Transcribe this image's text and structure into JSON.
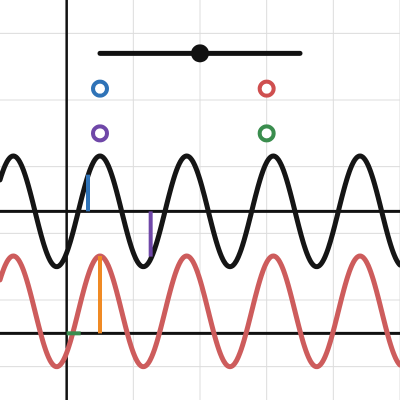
{
  "graph": {
    "x_range": [
      -1,
      5
    ],
    "y_range": [
      -5.5,
      0.5
    ],
    "x_gridlines": [
      0,
      1,
      2,
      3,
      4,
      5
    ],
    "y_gridlines": [
      -5,
      -4,
      -3,
      -2,
      -1,
      0
    ],
    "colors": {
      "grid": "#dcdcdc",
      "axis": "#111111",
      "black_wave": "#151515",
      "red_wave": "#cd5c5c",
      "blue": "#2f73b7",
      "red": "#cf4f4f",
      "purple": "#6f47a8",
      "green": "#3a8d4e",
      "orange": "#f08a24",
      "slider": "#111111"
    }
  },
  "slider": {
    "x_range": [
      0.5,
      3.5
    ],
    "y": -0.3,
    "handle_x": 2
  },
  "points": [
    {
      "name": "blue-open-point",
      "x": 0.5,
      "y": -0.83,
      "color_key": "blue"
    },
    {
      "name": "red-open-point",
      "x": 3.0,
      "y": -0.83,
      "color_key": "red"
    },
    {
      "name": "purple-open-point",
      "x": 0.5,
      "y": -1.5,
      "color_key": "purple"
    },
    {
      "name": "green-open-point",
      "x": 3.0,
      "y": -1.5,
      "color_key": "green"
    }
  ],
  "black_wave": {
    "baseline_y": -2.67,
    "amplitude": 0.83,
    "period": 1.3,
    "peak_x": 0.5,
    "x_range": [
      -1,
      5
    ]
  },
  "red_wave": {
    "baseline_y": -4.17,
    "amplitude": 0.83,
    "period": 1.3,
    "peak_x": 0.5,
    "x_range": [
      -1,
      5
    ]
  },
  "segments": [
    {
      "name": "blue-vertical-segment",
      "x1": 0.32,
      "y1": -2.67,
      "x2": 0.32,
      "y2": -2.12,
      "color_key": "blue"
    },
    {
      "name": "purple-vertical-segment",
      "x1": 1.26,
      "y1": -2.67,
      "x2": 1.26,
      "y2": -3.35,
      "color_key": "purple"
    },
    {
      "name": "orange-vertical-segment",
      "x1": 0.5,
      "y1": -3.34,
      "x2": 0.5,
      "y2": -4.5,
      "color_key": "orange"
    },
    {
      "name": "green-horizontal-segment",
      "x1": 0.0,
      "y1": -4.5,
      "x2": 0.21,
      "y2": -4.5,
      "color_key": "green"
    }
  ],
  "horizontal_axes": [
    {
      "name": "middle-horizontal-axis",
      "y": -2.67
    },
    {
      "name": "lower-horizontal-axis",
      "y": -4.5
    }
  ],
  "vertical_axes": [
    {
      "name": "main-vertical-axis",
      "x": 0
    }
  ]
}
